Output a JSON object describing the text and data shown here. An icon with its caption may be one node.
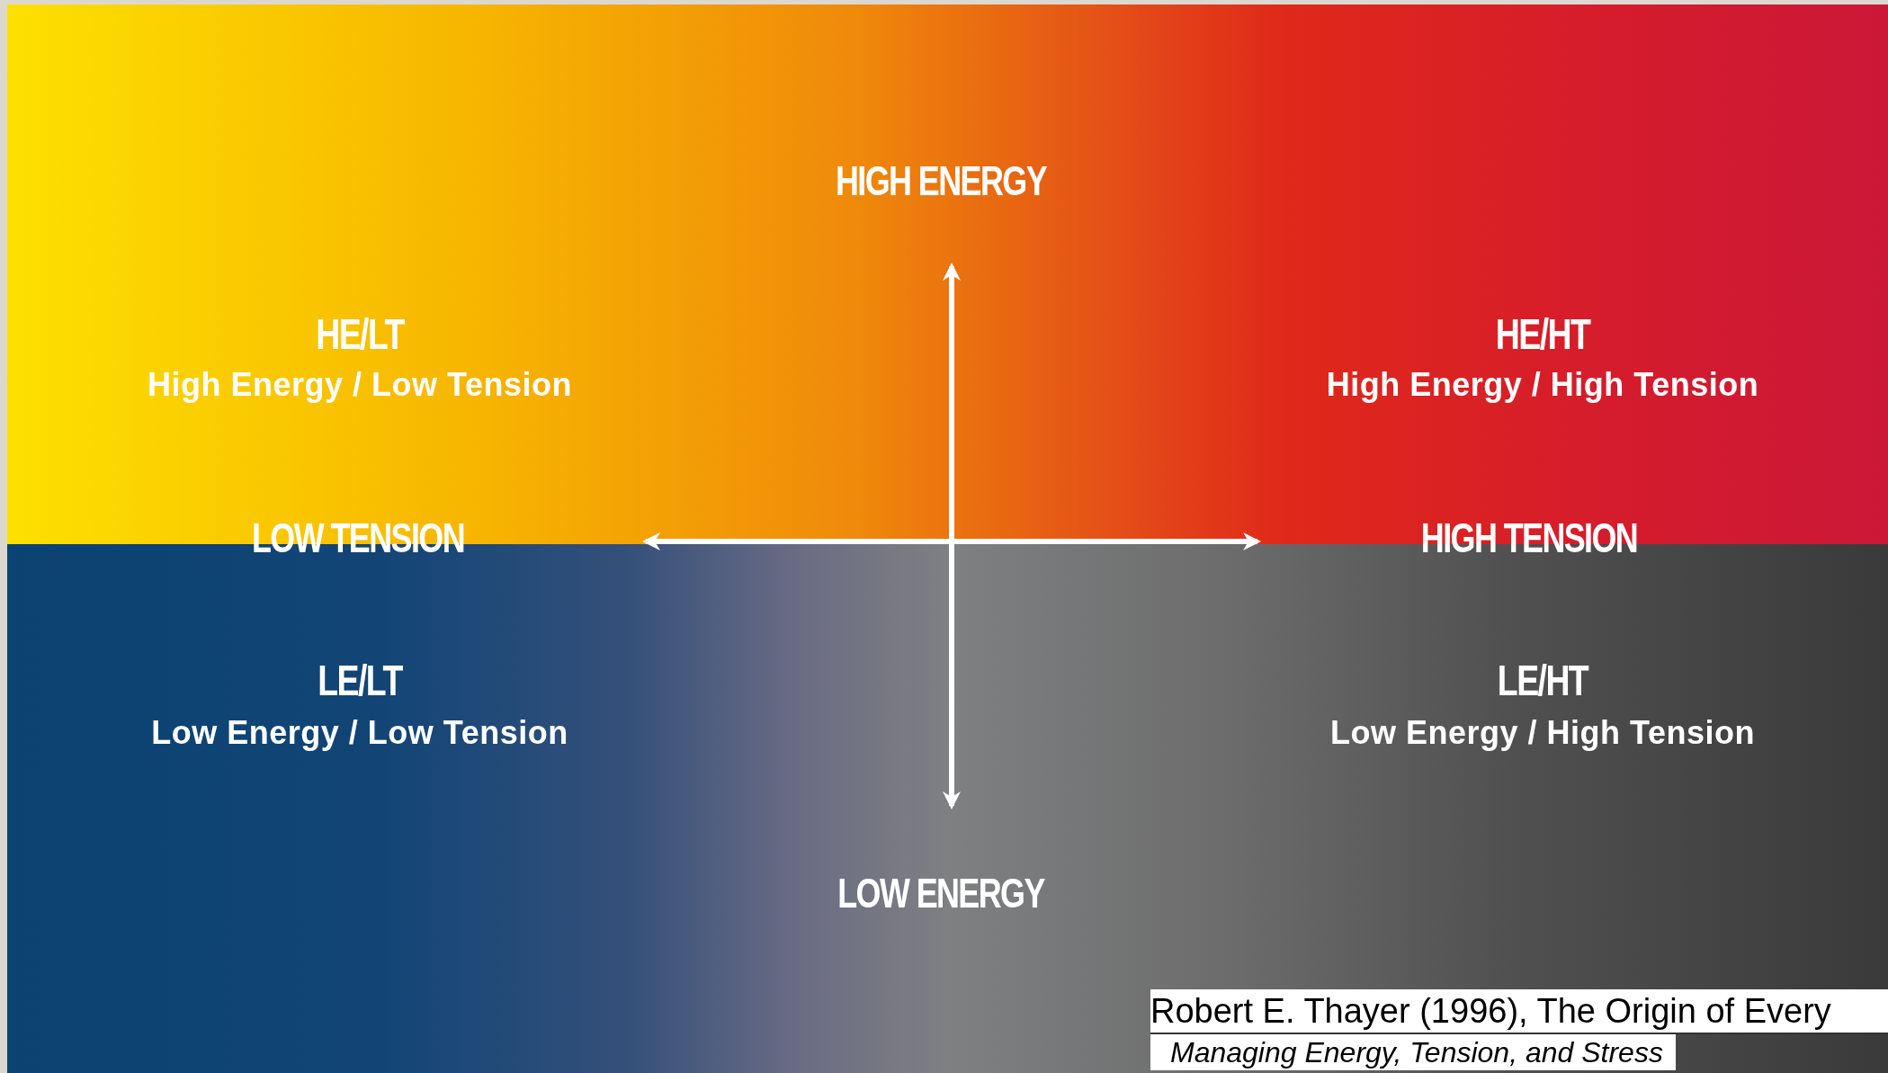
{
  "diagram": {
    "labels": [
      "HIGH ENERGY",
      "HE/LT",
      "High Energy / Low Tension",
      "HE/HT",
      "High Energy / High Tension",
      "LOW TENSION",
      "HIGH TENSION",
      "LE/LT",
      "Low Energy / Low Tension",
      "LE/HT",
      "Low Energy / High Tension",
      "LOW ENERGY",
      "Robert E. Thayer (1996), The Origin of Every",
      "Managing Energy, Tension, and Stress"
    ]
  }
}
